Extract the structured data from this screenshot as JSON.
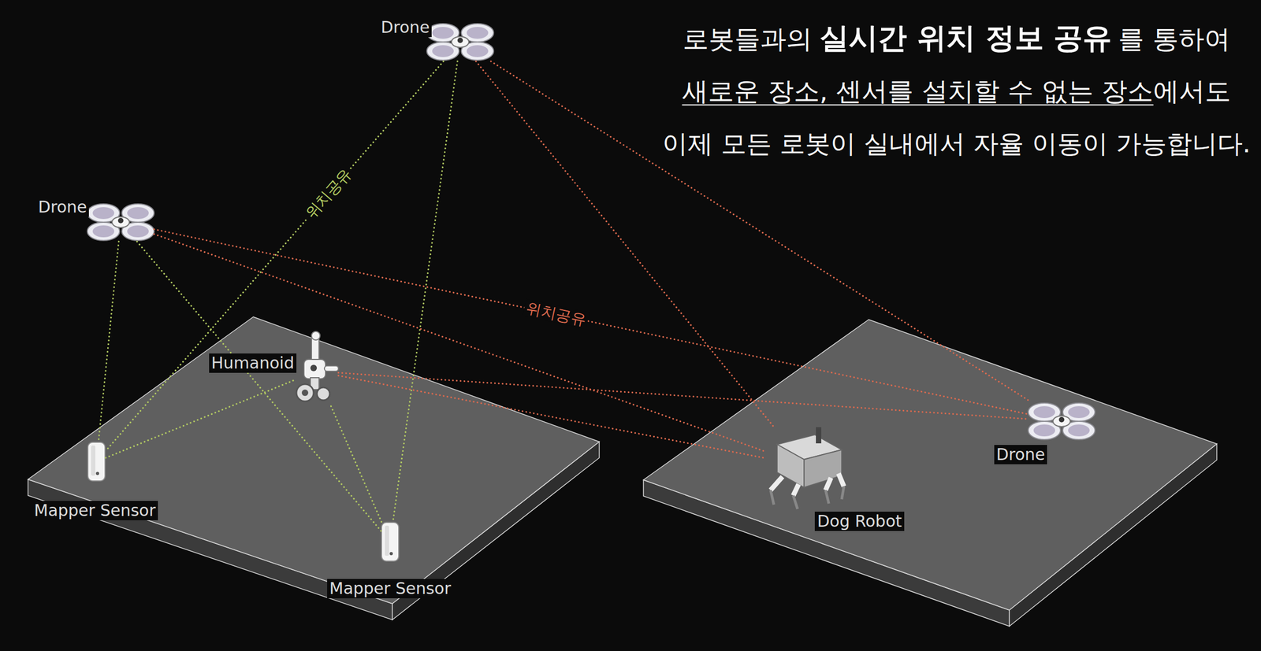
{
  "diagram": {
    "nodes": [
      {
        "text": [
          "Drone"
        ]
      },
      {
        "text": [
          "Drone"
        ]
      },
      {
        "text": [
          "Humanoid"
        ]
      },
      {
        "text": [
          "Mapper Sensor"
        ]
      },
      {
        "text": [
          "Mapper Sensor"
        ]
      },
      {
        "text": [
          "Dog Robot"
        ]
      },
      {
        "text": [
          "Drone"
        ]
      }
    ],
    "edges": [
      {
        "from": 0,
        "to": 3,
        "label": "위치공유",
        "arrow": "none"
      },
      {
        "from": 0,
        "to": 4,
        "arrow": "none"
      },
      {
        "from": 1,
        "to": 3,
        "arrow": "none"
      },
      {
        "from": 1,
        "to": 4,
        "arrow": "none"
      },
      {
        "from": 2,
        "to": 3,
        "arrow": "none"
      },
      {
        "from": 2,
        "to": 4,
        "arrow": "none"
      },
      {
        "from": 0,
        "to": 5,
        "arrow": "none"
      },
      {
        "from": 0,
        "to": 6,
        "arrow": "none"
      },
      {
        "from": 1,
        "to": 6,
        "label": "위치공유",
        "arrow": "none"
      },
      {
        "from": 1,
        "to": 5,
        "arrow": "none"
      },
      {
        "from": 2,
        "to": 5,
        "arrow": "none"
      },
      {
        "from": 2,
        "to": 6,
        "arrow": "none"
      }
    ],
    "labels": [
      "로봇들과의",
      "실시간 위치 정보 공유",
      "를 통하여",
      "새로운 장소, 센서를 설치할 수 없는 장소",
      "에서도",
      "이제 모든 로봇이 실내에서 자율 이동이 가능합니다."
    ]
  }
}
